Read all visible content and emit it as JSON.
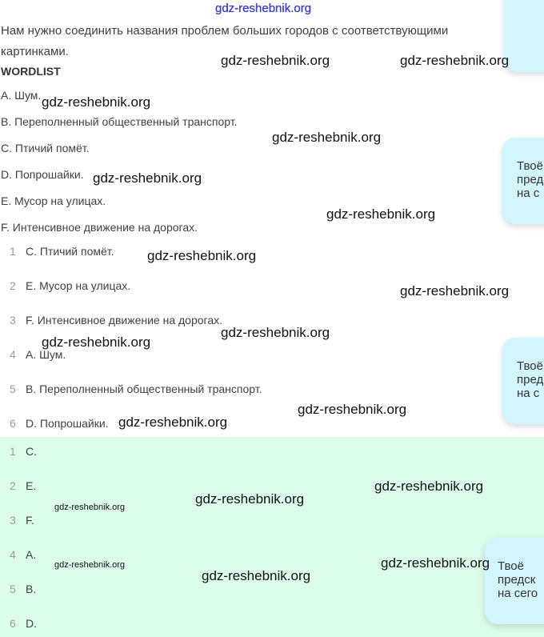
{
  "intro": {
    "line1": "Нам нужно соединить названия проблем больших городов с соответствующими",
    "line2": "картинками."
  },
  "wordlist": {
    "title": "WORDLIST",
    "items": [
      "A. Шум.",
      "B. Переполненный общественный транспорт.",
      "C. Птичий помёт.",
      "D. Попрошайки.",
      "E. Мусор на улицах.",
      "F. Интенсивное движение на дорогах."
    ]
  },
  "answer_list": [
    {
      "num": "1",
      "text": "C. Птичий помёт."
    },
    {
      "num": "2",
      "text": "E. Мусор на улицах."
    },
    {
      "num": "3",
      "text": "F. Интенсивное движение на дорогах."
    },
    {
      "num": "4",
      "text": "A. Шум."
    },
    {
      "num": "5",
      "text": "B. Переполненный общественный транспорт."
    },
    {
      "num": "6",
      "text": "D. Попрошайки."
    }
  ],
  "short_answers": [
    {
      "num": "1",
      "text": "C."
    },
    {
      "num": "2",
      "text": "E."
    },
    {
      "num": "3",
      "text": "F."
    },
    {
      "num": "4",
      "text": "A."
    },
    {
      "num": "5",
      "text": "B."
    },
    {
      "num": "6",
      "text": "D."
    }
  ],
  "cards": [
    {
      "lines": [
        "Твоё",
        "пред",
        "на с"
      ]
    },
    {
      "lines": [
        "Твоё",
        "пред",
        "на с"
      ]
    },
    {
      "lines": [
        "Твоё",
        "предск",
        "на сего"
      ]
    }
  ],
  "watermark": "gdz-reshebnik.org",
  "colors": {
    "answer_bg": "#dcfde9",
    "card_bg": "#d3f5fd"
  }
}
